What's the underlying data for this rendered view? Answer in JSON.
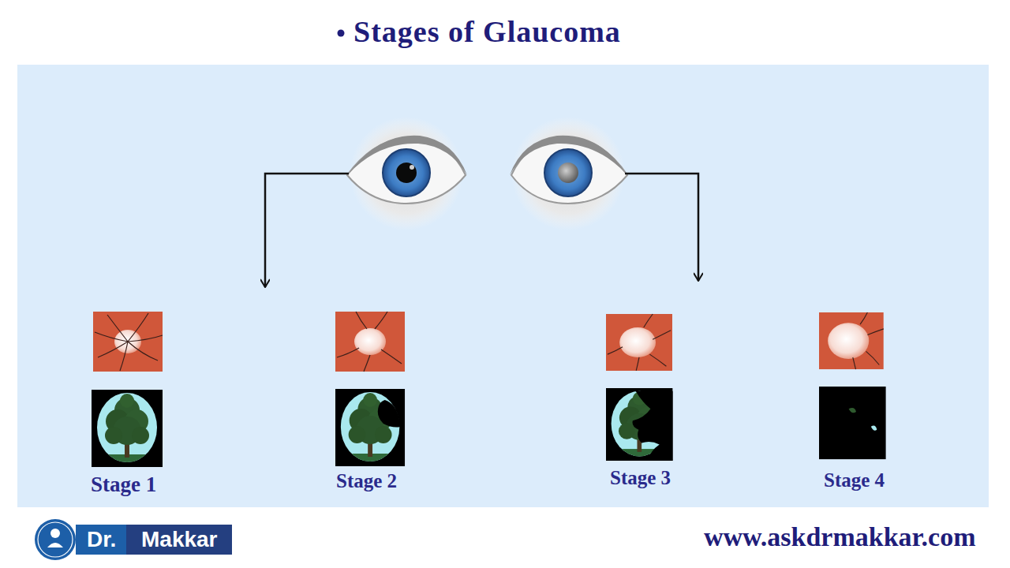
{
  "diagram": {
    "title": "Stages of Glaucoma",
    "labels": [
      "Stage 1",
      "Stage 2",
      "Stage 3",
      "Stage 4",
      "Dr.",
      "Makkar",
      "www.askdrmakkar.com"
    ]
  }
}
